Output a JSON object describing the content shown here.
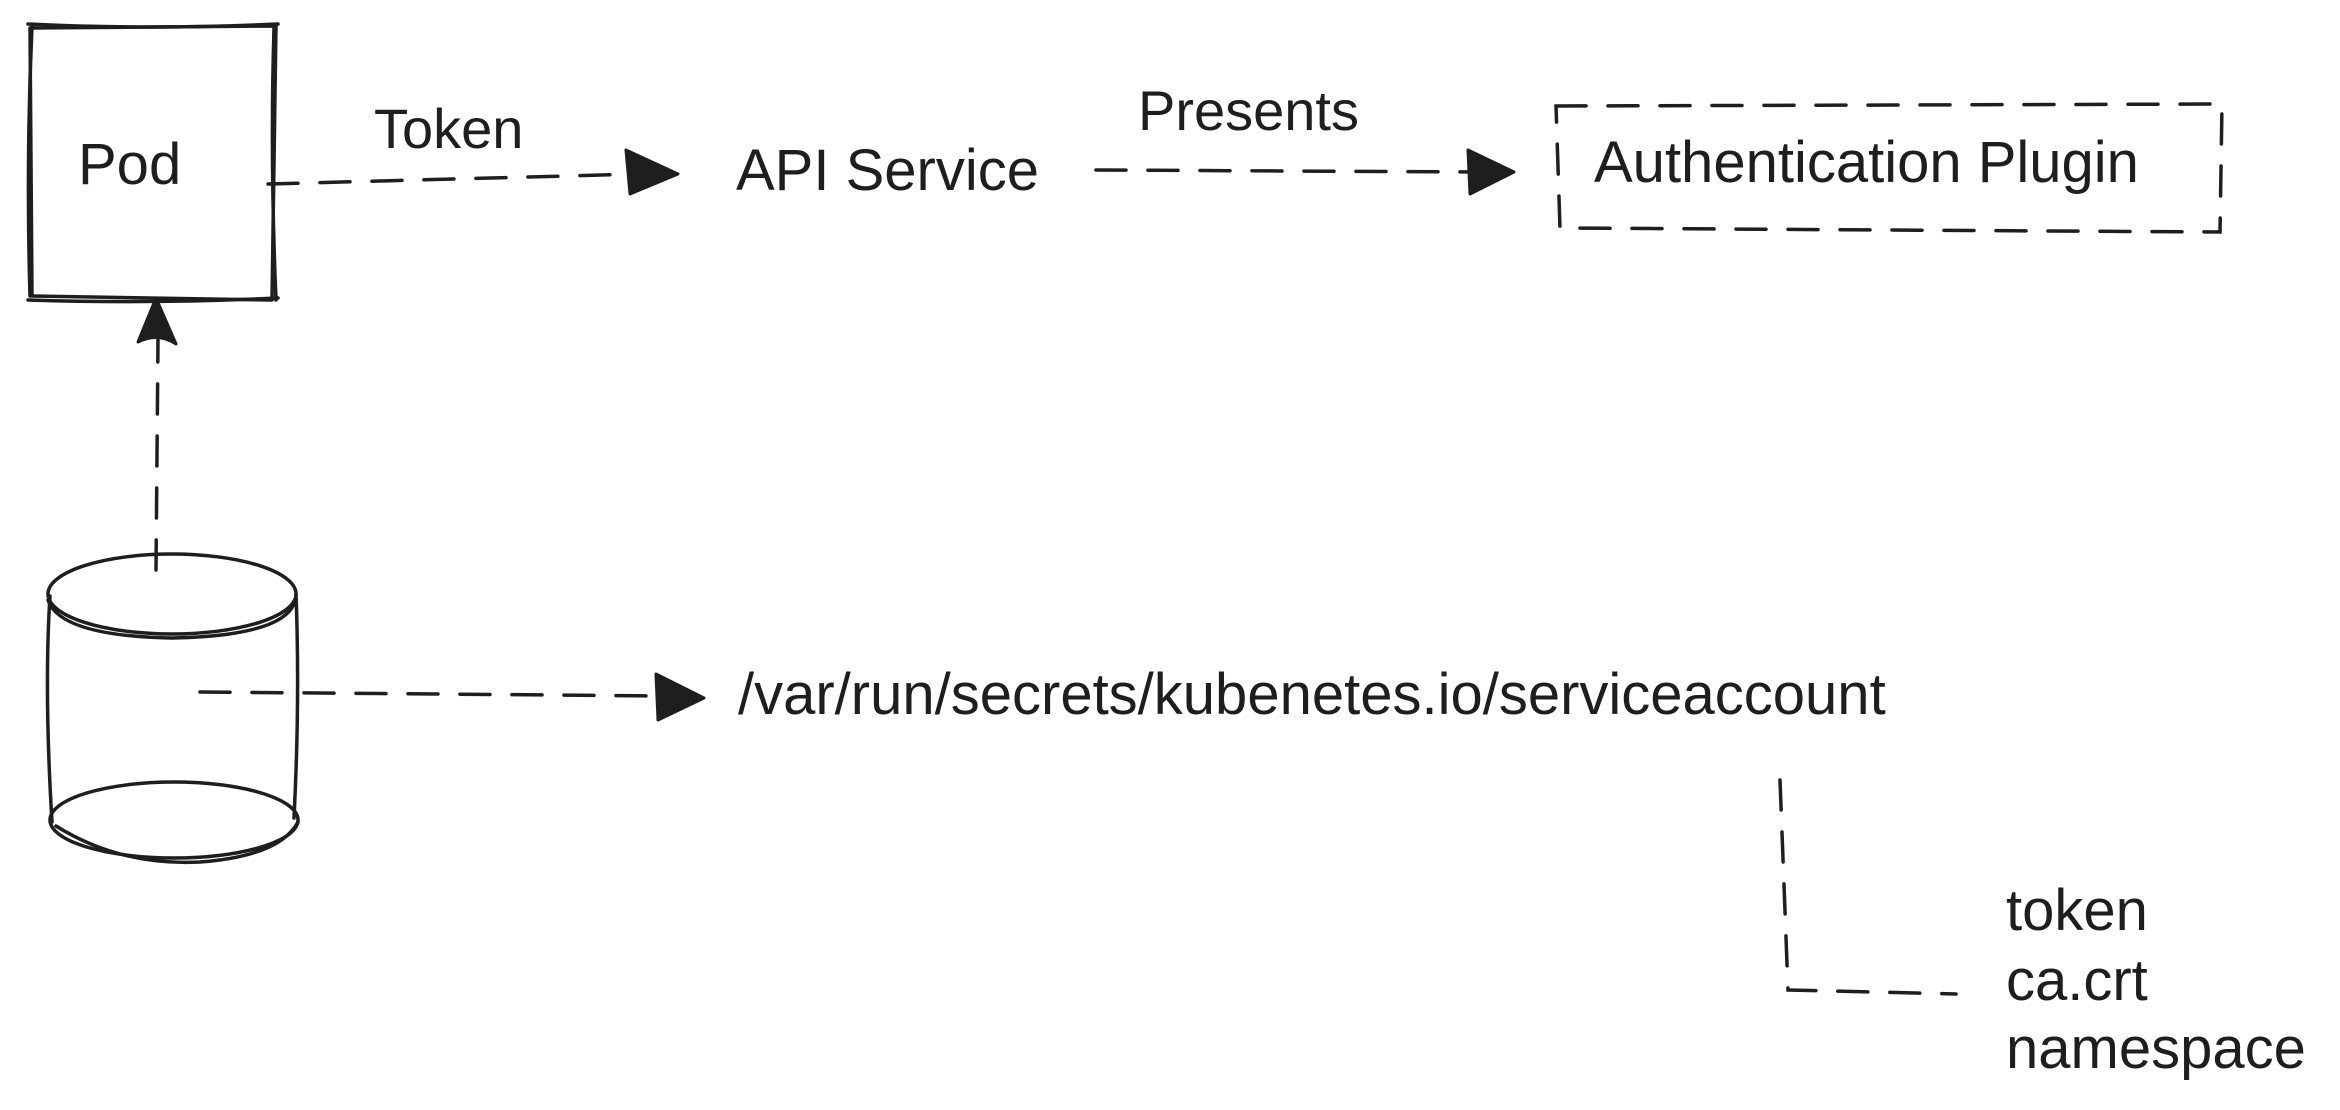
{
  "nodes": {
    "pod": "Pod",
    "api_service": "API Service",
    "auth_plugin": "Authentication Plugin",
    "sa_path": "/var/run/secrets/kubenetes.io/serviceaccount",
    "files": [
      "token",
      "ca.crt",
      "namespace"
    ]
  },
  "edges": {
    "pod_to_api": "Token",
    "api_to_auth": "Presents"
  },
  "colors": {
    "stroke": "#1e1e1e",
    "background": "#ffffff"
  }
}
